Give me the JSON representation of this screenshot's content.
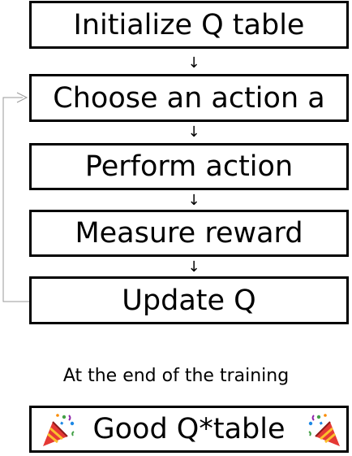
{
  "steps": [
    {
      "label": "Initialize Q table"
    },
    {
      "label": "Choose an action a"
    },
    {
      "label": "Perform action"
    },
    {
      "label": "Measure reward"
    },
    {
      "label": "Update Q"
    }
  ],
  "flow": {
    "arrow_glyph": "↓",
    "loop_back": {
      "from_step": 4,
      "to_step": 1
    }
  },
  "caption": "At the end of the training",
  "result": {
    "label": "Good Q*table",
    "icons": [
      "party-popper-icon",
      "party-popper-icon"
    ]
  },
  "colors": {
    "box_border": "#000000",
    "text": "#000000",
    "loop_line": "#9a9a9a",
    "popper_cone": "#e53935",
    "popper_stripe": "#fbc02d"
  }
}
